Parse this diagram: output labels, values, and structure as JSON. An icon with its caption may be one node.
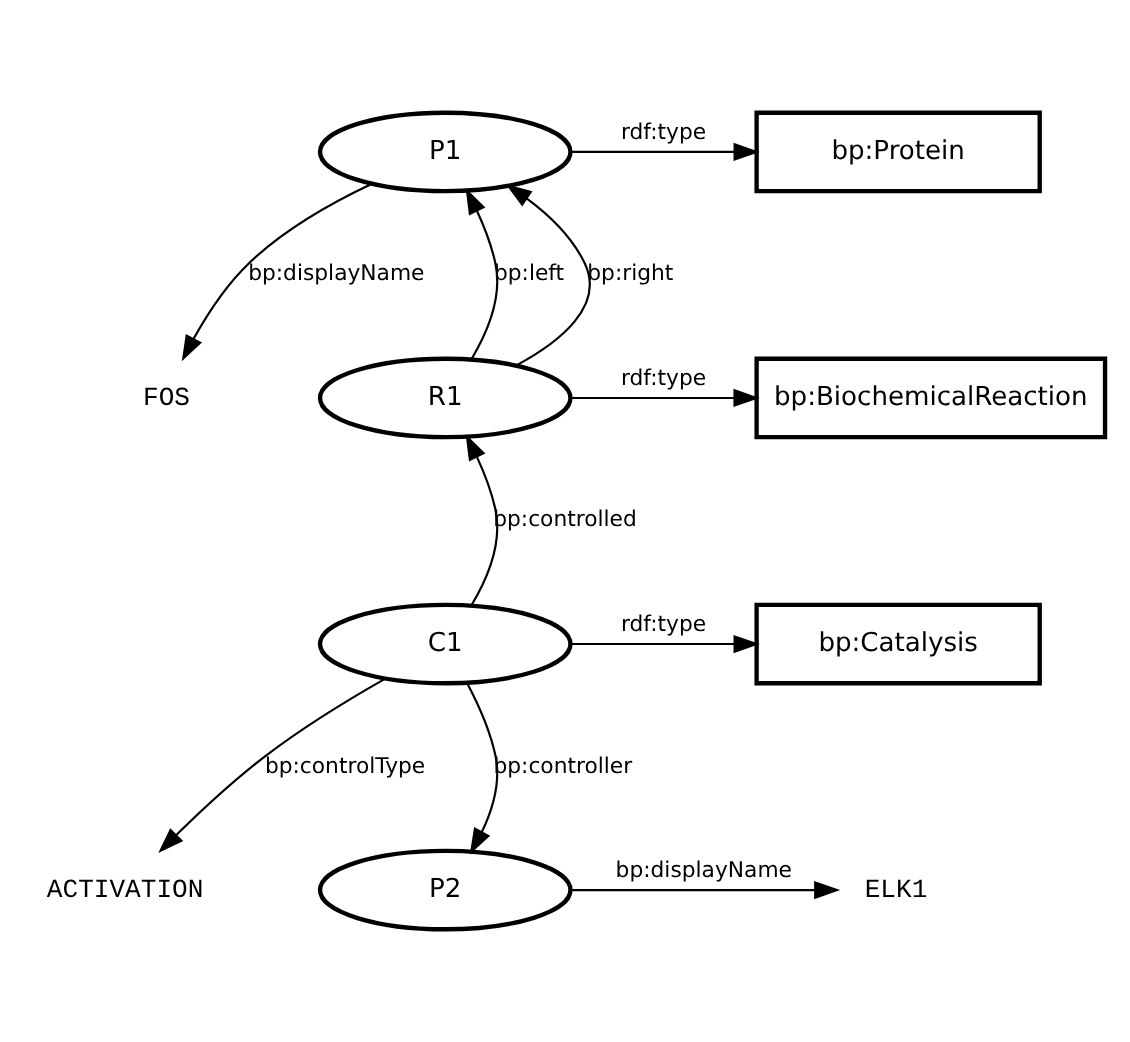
{
  "diagram": {
    "nodes": [
      {
        "text": [
          "P1"
        ]
      },
      {
        "text": [
          "bp:Protein"
        ]
      },
      {
        "text": [
          "FOS"
        ]
      },
      {
        "text": [
          "R1"
        ]
      },
      {
        "text": [
          "bp:BiochemicalReaction"
        ]
      },
      {
        "text": [
          "C1"
        ]
      },
      {
        "text": [
          "bp:Catalysis"
        ]
      },
      {
        "text": [
          "ACTIVATION"
        ]
      },
      {
        "text": [
          "P2"
        ]
      },
      {
        "text": [
          "ELK1"
        ]
      }
    ],
    "edges": [
      {
        "from": 0,
        "to": 1,
        "arrow": "to",
        "label": "rdf:type"
      },
      {
        "from": 0,
        "to": 2,
        "arrow": "to",
        "label": "bp:displayName"
      },
      {
        "from": 3,
        "to": 0,
        "arrow": "to",
        "label": "bp:left"
      },
      {
        "from": 3,
        "to": 0,
        "arrow": "to",
        "label": "bp:right"
      },
      {
        "from": 3,
        "to": 4,
        "arrow": "to",
        "label": "rdf:type"
      },
      {
        "from": 5,
        "to": 3,
        "arrow": "to",
        "label": "bp:controlled"
      },
      {
        "from": 5,
        "to": 6,
        "arrow": "to",
        "label": "rdf:type"
      },
      {
        "from": 5,
        "to": 7,
        "arrow": "to",
        "label": "bp:controlType"
      },
      {
        "from": 5,
        "to": 8,
        "arrow": "to",
        "label": "bp:controller"
      },
      {
        "from": 8,
        "to": 9,
        "arrow": "to",
        "label": "bp:displayName"
      }
    ]
  }
}
